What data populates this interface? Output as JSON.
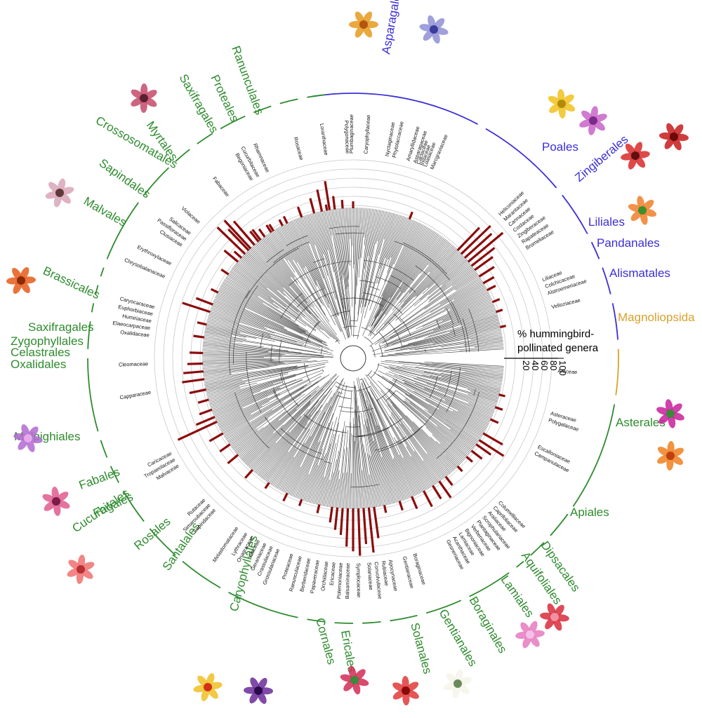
{
  "axis": {
    "title_line1": "% hummingbird-",
    "title_line2": "pollinated genera",
    "ticks": [
      "20",
      "40",
      "60",
      "80",
      "100"
    ]
  },
  "colors": {
    "monocots": "#3b2fd6",
    "magnoliids": "#d9a22b",
    "eudicots": "#2e8b2e",
    "bars": "#8b0d0d",
    "tree": "#3a3a3a"
  },
  "orders": [
    {
      "label": "Asparagales",
      "group": "monocots"
    },
    {
      "label": "Poales",
      "group": "monocots"
    },
    {
      "label": "Zingiberales",
      "group": "monocots"
    },
    {
      "label": "Liliales",
      "group": "monocots"
    },
    {
      "label": "Pandanales",
      "group": "monocots"
    },
    {
      "label": "Alismatales",
      "group": "monocots"
    },
    {
      "label": "Magnoliopsida",
      "group": "magnoliids"
    },
    {
      "label": "Asterales",
      "group": "eudicots"
    },
    {
      "label": "Apiales",
      "group": "eudicots"
    },
    {
      "label": "Dipsacales",
      "group": "eudicots"
    },
    {
      "label": "Aquifoliales",
      "group": "eudicots"
    },
    {
      "label": "Lamiales",
      "group": "eudicots"
    },
    {
      "label": "Boraginales",
      "group": "eudicots"
    },
    {
      "label": "Gentianales",
      "group": "eudicots"
    },
    {
      "label": "Solanales",
      "group": "eudicots"
    },
    {
      "label": "Ericales",
      "group": "eudicots"
    },
    {
      "label": "Cornales",
      "group": "eudicots"
    },
    {
      "label": "Caryophyllales",
      "group": "eudicots"
    },
    {
      "label": "Santalales",
      "group": "eudicots"
    },
    {
      "label": "Rosales",
      "group": "eudicots"
    },
    {
      "label": "Cucurbitales",
      "group": "eudicots"
    },
    {
      "label": "Fagales",
      "group": "eudicots"
    },
    {
      "label": "Fabales",
      "group": "eudicots"
    },
    {
      "label": "Malpighiales",
      "group": "eudicots"
    },
    {
      "label": "Oxalidales",
      "group": "eudicots"
    },
    {
      "label": "Celastrales",
      "group": "eudicots"
    },
    {
      "label": "Zygophyllales",
      "group": "eudicots"
    },
    {
      "label": "Saxifragales",
      "group": "eudicots"
    },
    {
      "label": "Brassicales",
      "group": "eudicots"
    },
    {
      "label": "Malvales",
      "group": "eudicots"
    },
    {
      "label": "Sapindales",
      "group": "eudicots"
    },
    {
      "label": "Crossosomatales",
      "group": "eudicots"
    },
    {
      "label": "Myrtales",
      "group": "eudicots"
    },
    {
      "label": "Saxifragales",
      "group": "eudicots"
    },
    {
      "label": "Proteales",
      "group": "eudicots"
    },
    {
      "label": "Ranunculales",
      "group": "eudicots"
    }
  ],
  "families": [
    "Orchidaceae",
    "Papaveraceae",
    "Berberidaceae",
    "Ranunculaceae",
    "Proteaceae",
    "Grossulariaceae",
    "Crassulaceae",
    "Geraniaceae",
    "Vitaceae",
    "Onagraceae",
    "Lythraceae",
    "Melastomataceae",
    "Sapindaceae",
    "Simaroubaceae",
    "Rutaceae",
    "Malvaceae",
    "Tropaeolaceae",
    "Caricaceae",
    "Capparaceae",
    "Cleomaceae",
    "Oxalidaceae",
    "Elaeocarpaceae",
    "Humiriaceae",
    "Euphorbiaceae",
    "Caryocaraceae",
    "Chrysobalanaceae",
    "Erythroxylaceae",
    "Clusiaceae",
    "Passifloraceae",
    "Salicaceae",
    "Violaceae",
    "Fabaceae",
    "Begoniaceae",
    "Cucurbitaceae",
    "Rhamnaceae",
    "Rosaceae",
    "Loranthaceae",
    "Polygonaceae",
    "Plumbaginaceae",
    "Caryophyllaceae",
    "Nyctaginaceae",
    "Phytolaccaceae",
    "Cactaceae",
    "Loasaceae",
    "Marcgraviaceae",
    "Ericaceae",
    "Polemoniaceae",
    "Balsaminaceae",
    "Symplocaceae",
    "Solanaceae",
    "Convolvulaceae",
    "Rubiaceae",
    "Apocynaceae",
    "Gentianaceae",
    "Boraginaceae",
    "Gesneriaceae",
    "Acanthaceae",
    "Lamiaceae",
    "Bignoniaceae",
    "Verbenaceae",
    "Plantaginaceae",
    "Scrophulariaceae",
    "Araliaceae",
    "Caprifoliaceae",
    "Columelliaceae",
    "Campanulaceae",
    "Escalloniaceae",
    "Polygalaceae",
    "Asteraceae",
    "Araceae",
    "Velloziaceae",
    "Alstroemeriaceae",
    "Colchicaceae",
    "Liliaceae",
    "Bromeliaceae",
    "Rapateaceae",
    "Zingiberaceae",
    "Costaceae",
    "Cannaceae",
    "Marantaceae",
    "Heliconiaceae",
    "Iridaceae",
    "Asparagaceae",
    "Amaryllidaceae"
  ],
  "photos": [
    {
      "name": "orange-cone-flower-photo"
    },
    {
      "name": "blue-agapanthus-photo"
    },
    {
      "name": "yellow-lily-photo"
    },
    {
      "name": "pink-bromeliad-photo"
    },
    {
      "name": "red-heliconia-photo"
    },
    {
      "name": "red-ginger-photo"
    },
    {
      "name": "orange-alstroemeria-photo"
    },
    {
      "name": "pink-fuchsia-photo"
    },
    {
      "name": "pink-bud-photo"
    },
    {
      "name": "orange-protea-photo"
    },
    {
      "name": "purple-malpighiales-photo"
    },
    {
      "name": "pink-fabales-photo"
    },
    {
      "name": "pink-begonia-photo"
    },
    {
      "name": "yellow-caryophyllales-photo"
    },
    {
      "name": "purple-caryophyllales-photo"
    },
    {
      "name": "pink-ericales-photo"
    },
    {
      "name": "red-solanales-photo"
    },
    {
      "name": "white-gentianales-photo"
    },
    {
      "name": "pink-lamiales-photo"
    },
    {
      "name": "red-lamiales-photo"
    },
    {
      "name": "magenta-asterales-photo"
    },
    {
      "name": "orange-asterales-photo"
    }
  ]
}
